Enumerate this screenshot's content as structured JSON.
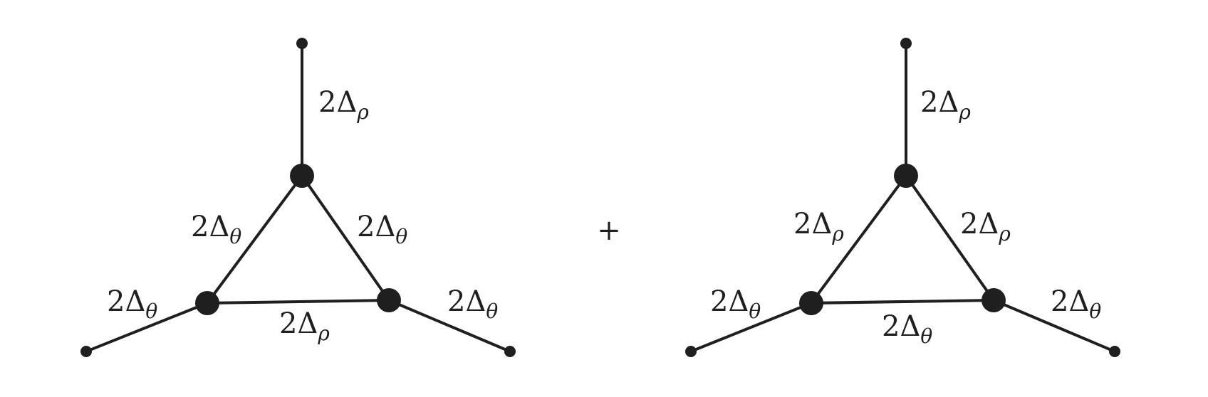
{
  "operator": "+",
  "colors": {
    "ink": "#1f1f1f",
    "background": "#ffffff"
  },
  "diagrams": [
    {
      "edges": {
        "top_leg": {
          "coef": "2Δ",
          "sub": "ρ"
        },
        "left_side": {
          "coef": "2Δ",
          "sub": "θ"
        },
        "right_side": {
          "coef": "2Δ",
          "sub": "θ"
        },
        "left_leg": {
          "coef": "2Δ",
          "sub": "θ"
        },
        "right_leg": {
          "coef": "2Δ",
          "sub": "θ"
        },
        "bottom_side": {
          "coef": "2Δ",
          "sub": "ρ"
        }
      }
    },
    {
      "edges": {
        "top_leg": {
          "coef": "2Δ",
          "sub": "ρ"
        },
        "left_side": {
          "coef": "2Δ",
          "sub": "ρ"
        },
        "right_side": {
          "coef": "2Δ",
          "sub": "ρ"
        },
        "left_leg": {
          "coef": "2Δ",
          "sub": "θ"
        },
        "right_leg": {
          "coef": "2Δ",
          "sub": "θ"
        },
        "bottom_side": {
          "coef": "2Δ",
          "sub": "θ"
        }
      }
    }
  ]
}
